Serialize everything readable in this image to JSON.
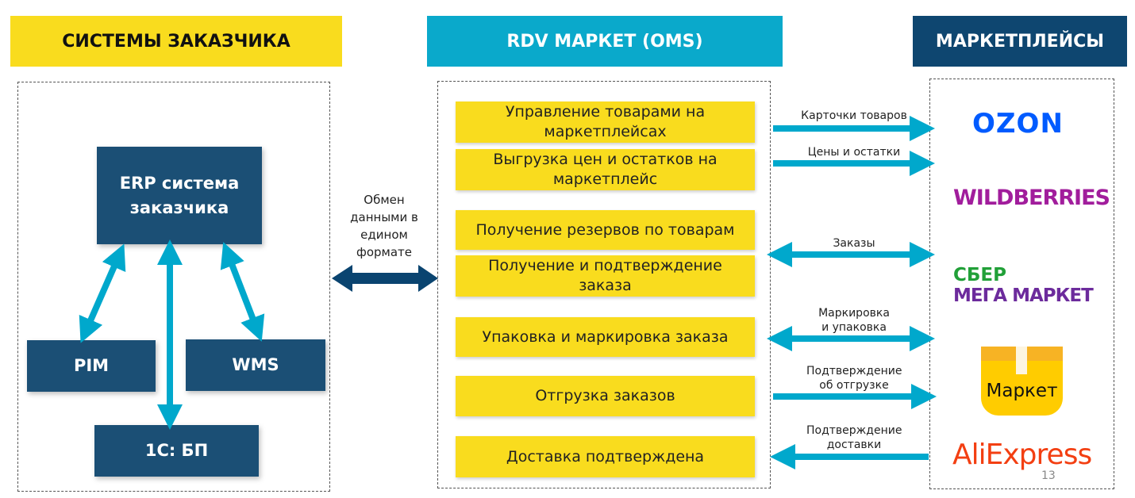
{
  "headers": {
    "customer": "СИСТЕМЫ ЗАКАЗЧИКА",
    "oms": "RDV МАРКЕТ (OMS)",
    "marketplaces": "МАРКЕТПЛЕЙСЫ"
  },
  "customer_systems": {
    "erp": "ERP система заказчика",
    "pim": "PIM",
    "wms": "WMS",
    "onec": "1С: БП"
  },
  "exchange_label": "Обмен данными в едином формате",
  "oms_functions": [
    "Управление товарами на маркетплейсах",
    "Выгрузка цен и остатков на маркетплейс",
    "Получение резервов по товарам",
    "Получение и подтверждение заказа",
    "Упаковка и маркировка заказа",
    "Отгрузка заказов",
    "Доставка подтверждена"
  ],
  "flows": [
    "Карточки товаров",
    "Цены и остатки",
    "Заказы",
    "Маркировка и упаковка",
    "Подтверждение об отгрузке",
    "Подтверждение доставки"
  ],
  "marketplaces": {
    "ozon": "OZON",
    "wildberries": "WILDBERRIES",
    "sber_line1": "СБЕР",
    "sber_line2": "МЕГА МАРКЕТ",
    "yandex": "Маркет",
    "ali": "AliExpress"
  },
  "page_number": "13",
  "colors": {
    "yellow": "#f9dc1e",
    "cyan": "#00a8cc",
    "navy": "#0e4670",
    "box": "#1b4f75"
  }
}
